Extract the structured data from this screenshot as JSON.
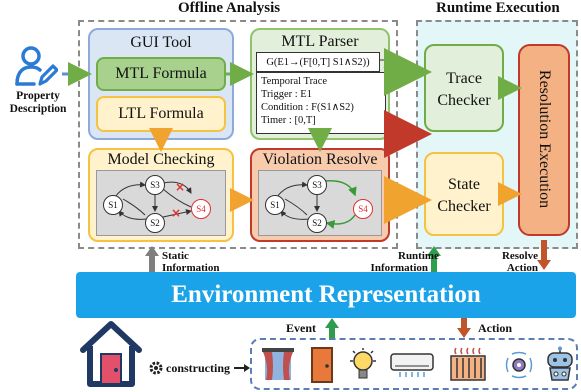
{
  "titles": {
    "offline": "Offline Analysis",
    "runtime": "Runtime Execution"
  },
  "left": {
    "property_line1": "Property",
    "property_line2": "Description"
  },
  "gui_tool": {
    "title": "GUI Tool",
    "mtl_formula": "MTL Formula",
    "ltl_formula": "LTL Formula"
  },
  "mtl_parser": {
    "title": "MTL Parser",
    "formula": "G(E1→(F[0,T] S1∧S2))",
    "details": [
      "Temporal Trace",
      "Trigger : E1",
      "Condition : F(S1∧S2)",
      "Timer : [0,T]"
    ]
  },
  "model_checking": {
    "title": "Model Checking",
    "states": [
      "S1",
      "S2",
      "S3",
      "S4"
    ]
  },
  "violation_resolve": {
    "title": "Violation Resolve",
    "states": [
      "S1",
      "S2",
      "S3",
      "S4"
    ]
  },
  "runtime": {
    "trace_checker_1": "Trace",
    "trace_checker_2": "Checker",
    "state_checker_1": "State",
    "state_checker_2": "Checker",
    "resolution": "Resolution Execution"
  },
  "labels": {
    "static_1": "Static",
    "static_2": "Information",
    "runtime_info_1": "Runtime",
    "runtime_info_2": "Information",
    "resolve_1": "Resolve",
    "resolve_2": "Action",
    "event": "Event",
    "action": "Action",
    "constructing": "constructing"
  },
  "env": {
    "title": "Environment Representation"
  },
  "devices": [
    "curtain-icon",
    "door-icon",
    "light-bulb-icon",
    "air-conditioner-icon",
    "heater-icon",
    "sensor-icon",
    "robot-icon"
  ],
  "colors": {
    "green": "#70ad47",
    "orange": "#f0a32f",
    "red": "#c0392b",
    "blue_env": "#1aa3e8",
    "gray": "#7f7f7f"
  }
}
